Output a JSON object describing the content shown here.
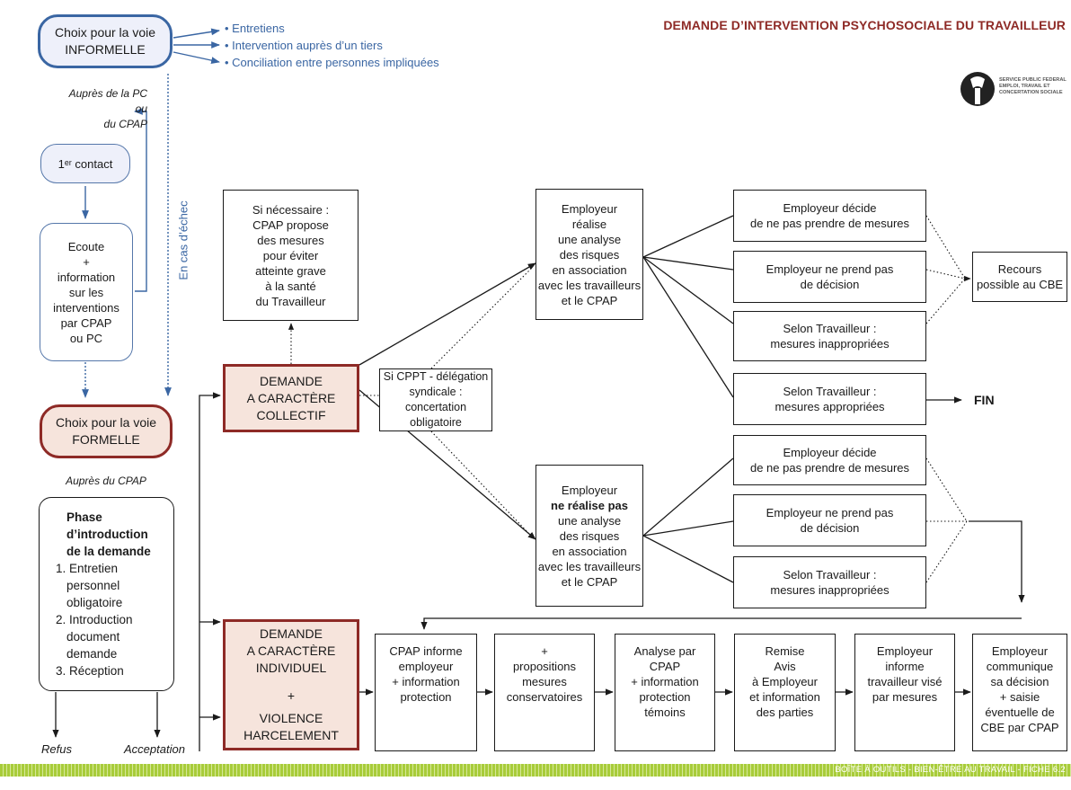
{
  "title": "DEMANDE D’INTERVENTION PSYCHOSOCIALE DU TRAVAILLEUR",
  "logo": {
    "icon": "fps-logo-icon",
    "text": "SERVICE PUBLIC FEDERAL\nEMPLOI, TRAVAIL ET\nCONCERTATION SOCIALE"
  },
  "informal": {
    "box": "Choix pour la voie\nINFORMELLE",
    "options": [
      "• Entretiens",
      "• Intervention auprès d’un tiers",
      "• Conciliation entre personnes impliquées"
    ],
    "aupres": "Auprès de la PC ou\ndu CPAP"
  },
  "first_contact": "1ᵉʳ contact",
  "ecoute": "Ecoute\n+\ninformation\nsur les\ninterventions\npar CPAP\nou PC",
  "echec": "En cas d’échec",
  "formal": {
    "box": "Choix pour la voie\nFORMELLE",
    "aupres": "Auprès du CPAP"
  },
  "phase": {
    "title": "Phase\nd’introduction\nde la demande",
    "steps": [
      "1. Entretien\npersonnel\nobligatoire",
      "2. Introduction\ndocument\ndemande",
      "3. Réception"
    ]
  },
  "outcomes": {
    "refus": "Refus",
    "acceptation": "Acceptation"
  },
  "collective": {
    "box": "DEMANDE\nA CARACTÈRE\nCOLLECTIF",
    "cpap_proposes": "Si nécessaire :\nCPAP propose\ndes mesures\npour éviter\natteinte grave\nà la santé\ndu Travailleur",
    "cppt": "Si CPPT - délégation\nsyndicale : concertation\nobligatoire",
    "employer_analysis": "Employeur\nréalise\nune analyse\ndes risques\nen association\navec les travailleurs\net le CPAP",
    "employer_no_analysis": {
      "line1": "Employeur",
      "line2_bold": "ne réalise pas",
      "rest": "une analyse\ndes risques\nen association\navec les travailleurs\net le CPAP"
    },
    "upper_outcomes": [
      "Employeur décide\nde ne pas prendre de mesures",
      "Employeur ne prend pas\nde décision",
      "Selon Travailleur :\nmesures inappropriées",
      "Selon Travailleur :\nmesures appropriées"
    ],
    "lower_outcomes": [
      "Employeur décide\nde ne pas prendre de mesures",
      "Employeur ne prend pas\nde décision",
      "Selon Travailleur :\nmesures inappropriées"
    ],
    "recours": "Recours\npossible au CBE",
    "fin": "FIN"
  },
  "individual": {
    "box_top": "DEMANDE\nA CARACTÈRE\nINDIVIDUEL",
    "box_plus": "+",
    "box_bottom": "VIOLENCE\nHARCELEMENT",
    "steps": [
      "CPAP informe\nemployeur\n+ information\nprotection",
      "+\npropositions\nmesures\nconservatoires",
      "Analyse par\nCPAP\n+ information\nprotection\ntémoins",
      "Remise\nAvis\nà Employeur\net information\ndes parties",
      "Employeur\ninforme\ntravailleur visé\npar mesures",
      "Employeur\ncommunique\nsa décision\n+ saisie\néventuelle de\nCBE par CPAP"
    ]
  },
  "footer": "BOÎTE À OUTILS - BIEN-ÊTRE AU TRAVAIL - FICHE 6.2",
  "colors": {
    "blue": "#3a66a3",
    "red": "#8e2a26",
    "salmon": "#f6e4dc",
    "lavender": "#eef0fa",
    "green": "#a8cc3a"
  }
}
